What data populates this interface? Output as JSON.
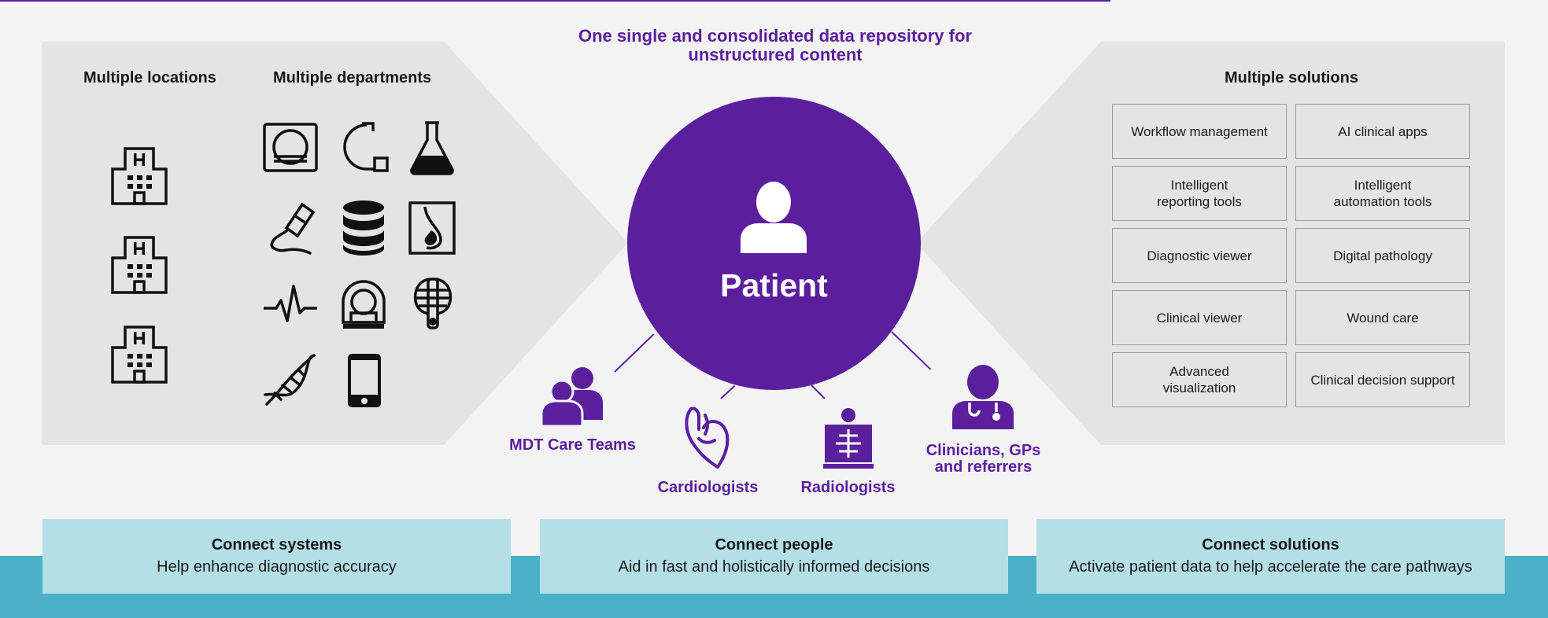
{
  "colors": {
    "accent": "#5b1f9e",
    "panel": "#e5e4e5",
    "card": "#b5dfe7",
    "band": "#4bb1c6",
    "background": "#f4f3f4"
  },
  "tagline": [
    "One single and consolidated data repository for",
    "unstructured content"
  ],
  "left_panel": {
    "locations_title": "Multiple locations",
    "departments_title": "Multiple departments",
    "location_icons": [
      "hospital-icon",
      "hospital-icon",
      "hospital-icon"
    ],
    "department_icons": [
      "mri-scanner-icon",
      "c-arm-icon",
      "lab-flask-icon",
      "ultrasound-probe-icon",
      "database-icon",
      "mammography-icon",
      "ecg-waveform-icon",
      "ct-scanner-icon",
      "spine-ribcage-icon",
      "dna-icon",
      "mobile-phone-icon"
    ]
  },
  "center": {
    "label": "Patient",
    "icon": "patient-icon",
    "roles": [
      {
        "lines": [
          "MDT Care Teams"
        ],
        "icon": "care-team-icon"
      },
      {
        "lines": [
          "Cardiologists"
        ],
        "icon": "heart-icon"
      },
      {
        "lines": [
          "Radiologists"
        ],
        "icon": "radiologist-icon"
      },
      {
        "lines": [
          "Clinicians, GPs",
          "and referrers"
        ],
        "icon": "clinician-icon"
      }
    ]
  },
  "right_panel": {
    "title": "Multiple solutions",
    "solutions": [
      [
        "Workflow management"
      ],
      [
        "AI clinical apps"
      ],
      [
        "Intelligent",
        "reporting tools"
      ],
      [
        "Intelligent",
        "automation tools"
      ],
      [
        "Diagnostic viewer"
      ],
      [
        "Digital pathology"
      ],
      [
        "Clinical viewer"
      ],
      [
        "Wound care"
      ],
      [
        "Advanced",
        "visualization"
      ],
      [
        "Clinical decision support"
      ]
    ]
  },
  "cards": [
    {
      "title": "Connect systems",
      "subtitle": "Help enhance diagnostic accuracy"
    },
    {
      "title": "Connect people",
      "subtitle": "Aid in fast and holistically informed decisions"
    },
    {
      "title": "Connect solutions",
      "subtitle": "Activate patient data to help accelerate the care pathways"
    }
  ]
}
